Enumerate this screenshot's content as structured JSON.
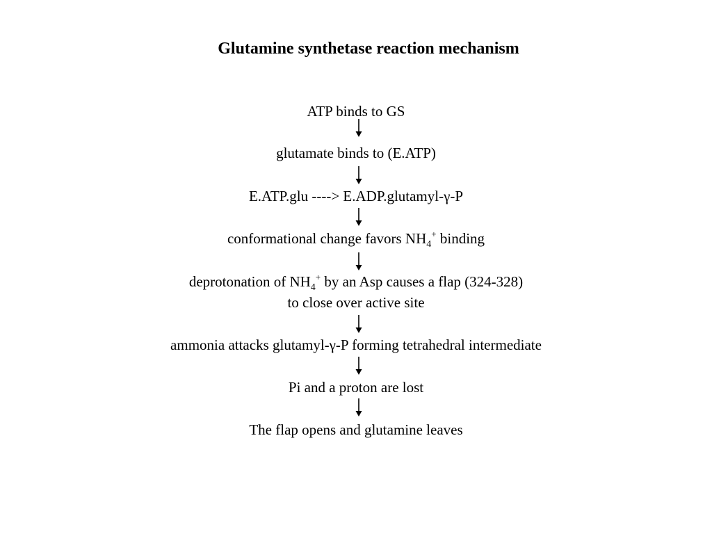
{
  "title": "Glutamine synthetase reaction mechanism",
  "steps": [
    {
      "text": "ATP binds to GS"
    },
    {
      "text": "glutamate binds to (E.ATP)"
    },
    {
      "text": "E.ATP.glu ----> E.ADP.glutamyl-γ-P"
    },
    {
      "pre": "conformational change favors NH",
      "sub": "4",
      "sup": "+",
      "post": " binding"
    },
    {
      "pre": "deprotonation of NH",
      "sub": "4",
      "sup": "+",
      "post": " by an Asp causes a flap (324-328)",
      "line2": "to close over active site"
    },
    {
      "text": "ammonia attacks glutamyl-γ-P forming tetrahedral intermediate"
    },
    {
      "text": "Pi and a proton are lost"
    },
    {
      "text": "The flap opens and glutamine leaves"
    }
  ]
}
